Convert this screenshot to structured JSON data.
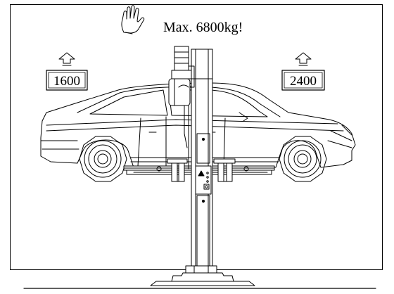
{
  "header": {
    "max_load_text": "Max. 6800kg!"
  },
  "weights": {
    "front": "1600",
    "rear": "2400"
  },
  "colors": {
    "line": "#000000",
    "background": "#ffffff"
  },
  "icons": {
    "hand": "hand-icon",
    "up_arrow": "up-arrow-icon",
    "warning": "warning-icon"
  }
}
